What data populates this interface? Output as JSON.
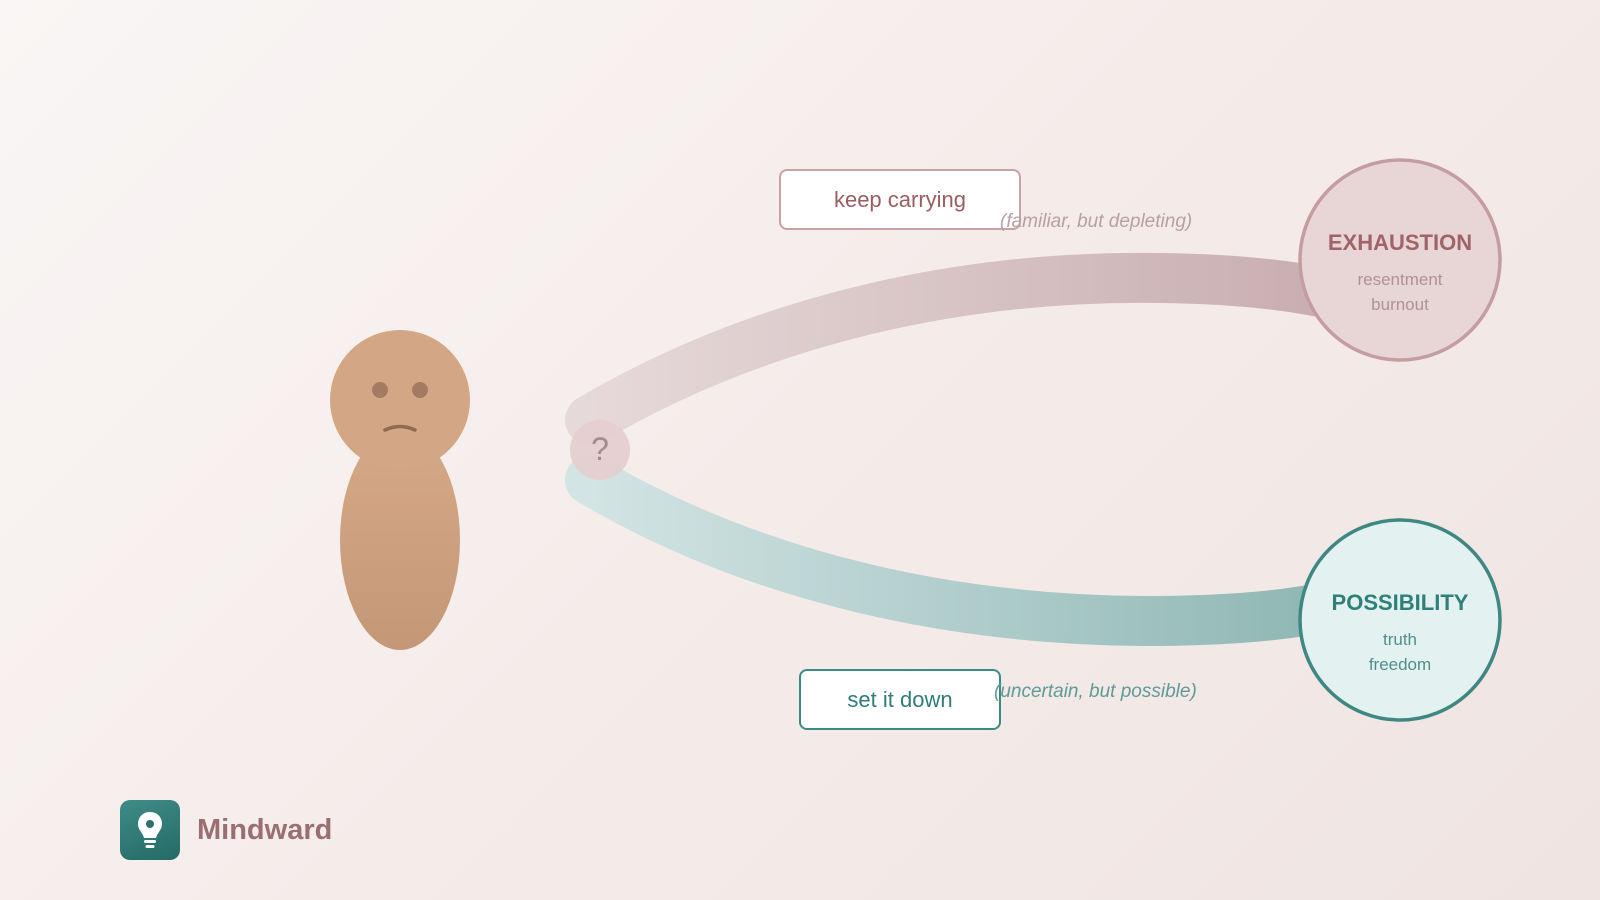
{
  "options": {
    "keep": {
      "label": "keep carrying",
      "note": "(familiar, but depleting)"
    },
    "set": {
      "label": "set it down",
      "note": "(uncertain, but possible)"
    }
  },
  "decision": {
    "symbol": "?"
  },
  "outcomes": {
    "exhaustion": {
      "title": "EXHAUSTION",
      "line1": "resentment",
      "line2": "burnout"
    },
    "possibility": {
      "title": "POSSIBILITY",
      "line1": "truth",
      "line2": "freedom"
    }
  },
  "brand": {
    "name": "Mindward",
    "icon": "lightbulb-icon"
  },
  "colors": {
    "exhaustion": "#a06468",
    "possibility": "#2f7f7a",
    "person": "#c99a78"
  }
}
